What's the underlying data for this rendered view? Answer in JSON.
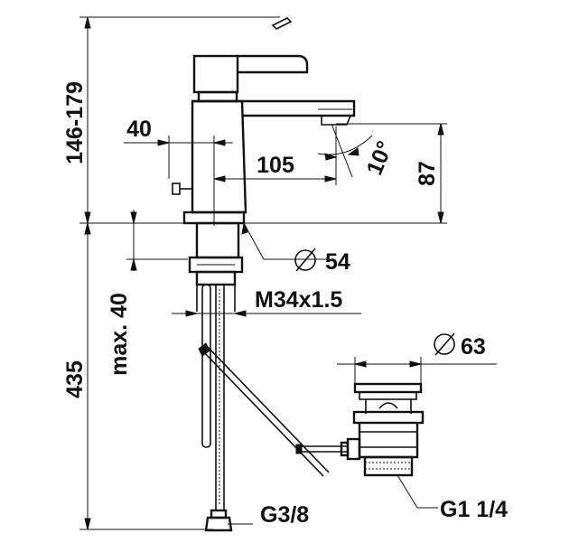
{
  "dimensions": {
    "height_range": "146-179",
    "offset_40": "40",
    "reach_105": "105",
    "angle_10": "10°",
    "height_87": "87",
    "diameter_54": "54",
    "thread_m34": "M34x1.5",
    "max_40": "max. 40",
    "height_435": "435",
    "diameter_63": "63",
    "hose_thread": "G3/8",
    "waste_thread": "G1 1/4"
  },
  "colors": {
    "line": "#111111",
    "background": "#ffffff"
  }
}
